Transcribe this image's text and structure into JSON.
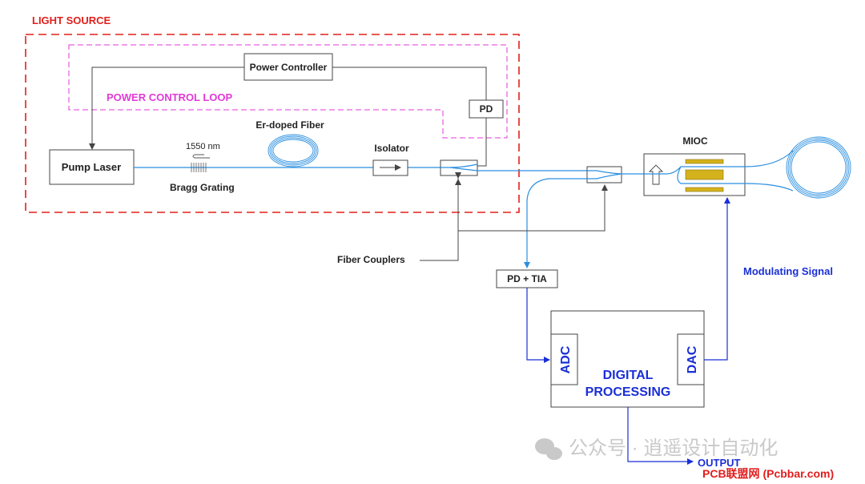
{
  "colors": {
    "light_source": "#e0201c",
    "power_loop": "#e23ad8",
    "fiber": "#2a8fe0",
    "signal": "#1a2fd6",
    "gold": "#d4b21c",
    "watermark": "#c9c9c9",
    "site": "#e11d1d"
  },
  "labels": {
    "light_source": "LIGHT SOURCE",
    "power_controller": "Power Controller",
    "power_control_loop": "POWER CONTROL LOOP",
    "pd": "PD",
    "er_doped_fiber": "Er-doped Fiber",
    "pump_laser": "Pump Laser",
    "wavelength": "1550 nm",
    "bragg_grating": "Bragg Grating",
    "isolator": "Isolator",
    "mioc": "MIOC",
    "fiber_couplers": "Fiber Couplers",
    "pd_tia": "PD + TIA",
    "modulating_signal": "Modulating Signal",
    "adc": "ADC",
    "dac": "DAC",
    "digital": "DIGITAL",
    "processing": "PROCESSING",
    "output": "OUTPUT"
  },
  "watermark": {
    "account": "公众号 · 逍遥设计自动化",
    "site": "PCB联盟网 (Pcbbar.com)"
  }
}
